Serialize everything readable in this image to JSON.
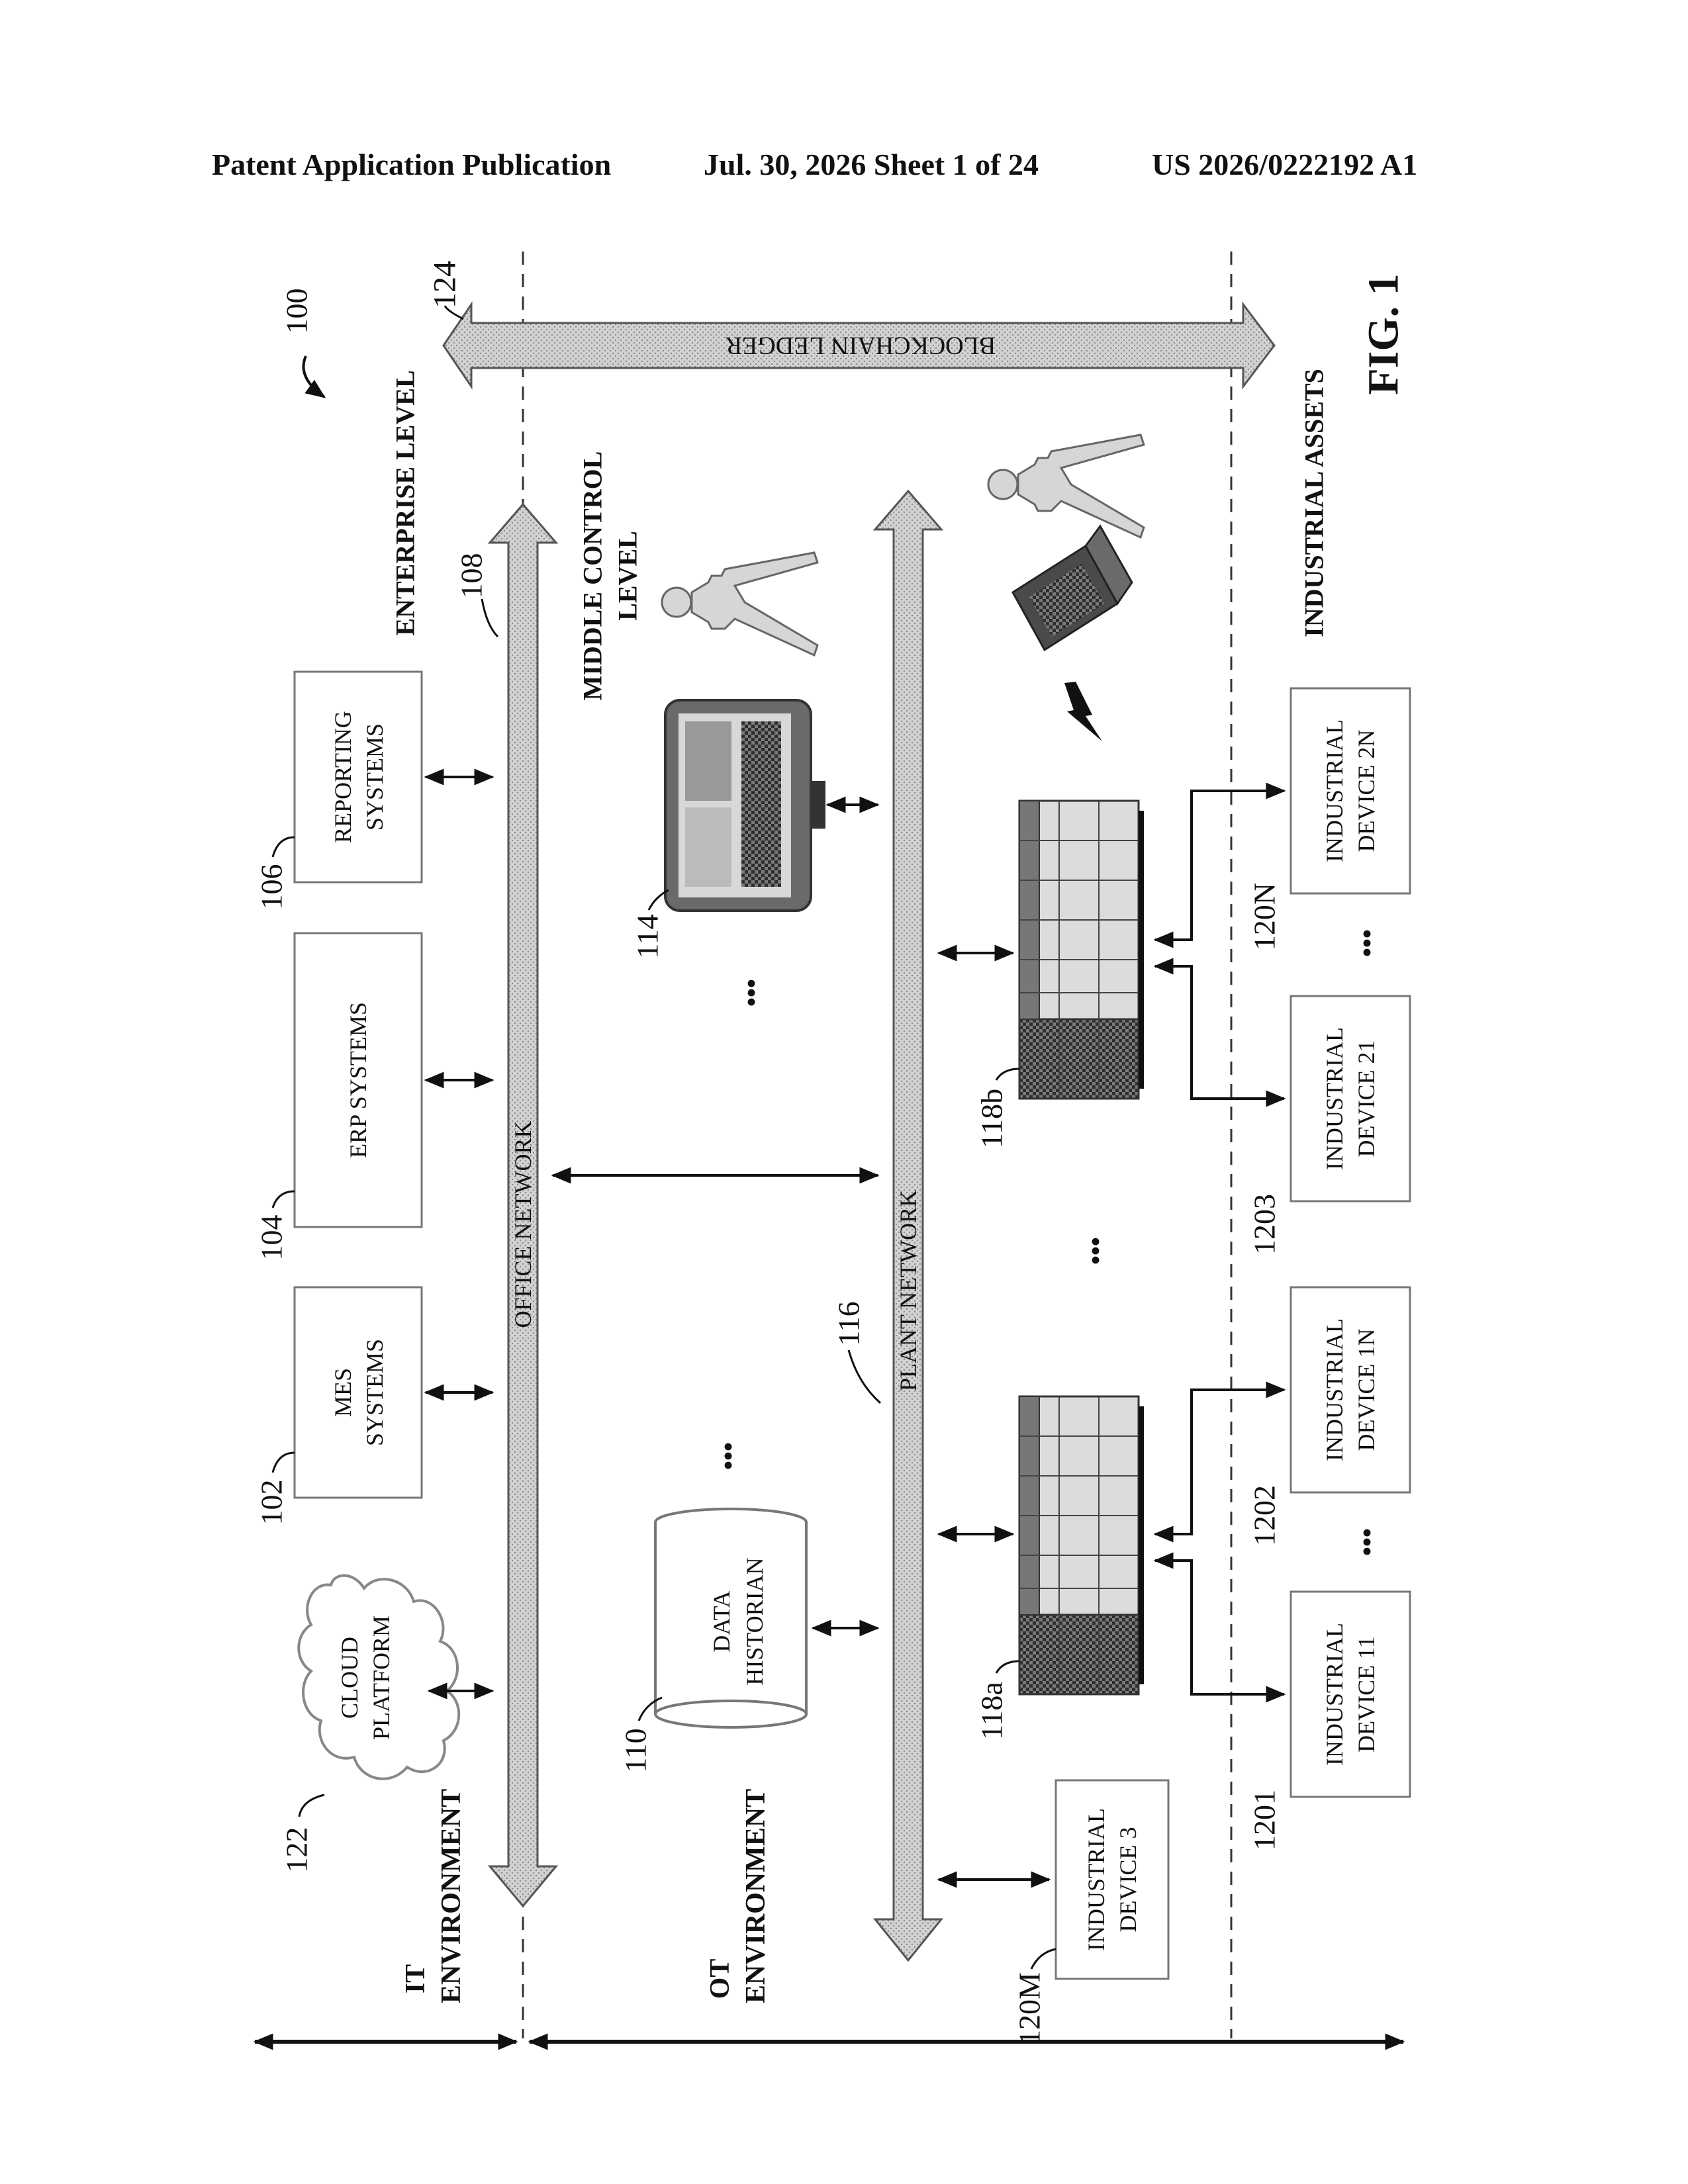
{
  "header": {
    "publication": "Patent Application Publication",
    "date_sheet": "Jul. 30, 2026   Sheet 1 of 24",
    "number": "US 2026/0222192 A1"
  },
  "figure": {
    "fig_label": "FIG. 1",
    "ref_system": "100",
    "levels": {
      "enterprise": "ENTERPRISE LEVEL",
      "middle_line1": "MIDDLE CONTROL",
      "middle_line2": "LEVEL",
      "assets": "INDUSTRIAL ASSETS"
    },
    "environments": {
      "it_line1": "IT",
      "it_line2": "ENVIRONMENT",
      "ot_line1": "OT",
      "ot_line2": "ENVIRONMENT"
    },
    "networks": {
      "blockchain": "BLOCKCHAIN LEDGER",
      "blockchain_ref": "124",
      "office": "OFFICE NETWORK",
      "office_ref": "108",
      "plant": "PLANT NETWORK",
      "plant_ref": "116"
    },
    "enterprise_systems": {
      "cloud_line1": "CLOUD",
      "cloud_line2": "PLATFORM",
      "cloud_ref": "122",
      "mes_line1": "MES",
      "mes_line2": "SYSTEMS",
      "mes_ref": "102",
      "erp": "ERP SYSTEMS",
      "erp_ref": "104",
      "reporting_line1": "REPORTING",
      "reporting_line2": "SYSTEMS",
      "reporting_ref": "106"
    },
    "middle_items": {
      "historian_line1": "DATA",
      "historian_line2": "HISTORIAN",
      "historian_ref": "110",
      "hmi_ref": "114",
      "controller_a_ref": "118a",
      "controller_b_ref": "118b"
    },
    "devices": {
      "d3_line1": "INDUSTRIAL",
      "d3_line2": "DEVICE 3",
      "d3_ref": "120M",
      "d11_line1": "INDUSTRIAL",
      "d11_line2": "DEVICE 11",
      "d11_ref": "1201",
      "d1n_line1": "INDUSTRIAL",
      "d1n_line2": "DEVICE 1N",
      "d1n_ref": "1202",
      "d21_line1": "INDUSTRIAL",
      "d21_line2": "DEVICE 21",
      "d21_ref": "1203",
      "d2n_line1": "INDUSTRIAL",
      "d2n_line2": "DEVICE 2N",
      "d2n_ref": "120N"
    },
    "ellipsis": "•••"
  },
  "colors": {
    "ink": "#111111",
    "bus_fill": "#c4c4c4",
    "box_stroke": "#777777"
  }
}
